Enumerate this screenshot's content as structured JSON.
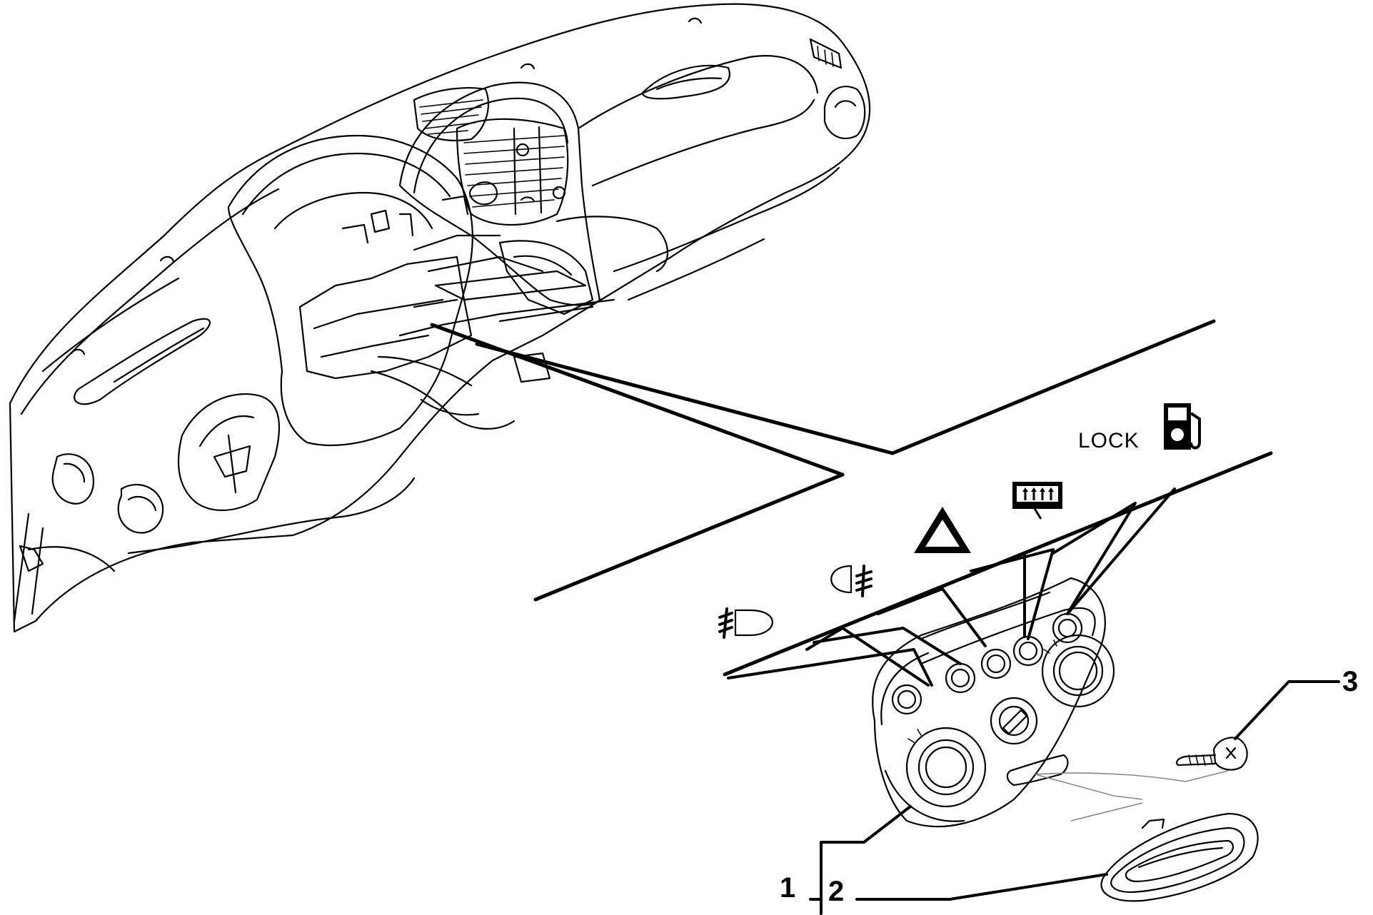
{
  "callouts": {
    "part_1": "1",
    "part_2": "2",
    "part_3": "3"
  },
  "symbols": {
    "lock_label": "LOCK",
    "icons": [
      "rear-fog-light-icon",
      "front-fog-light-icon",
      "hazard-warning-icon",
      "rear-window-defrost-icon",
      "fuel-door-lock-icon"
    ]
  },
  "colors": {
    "line": "#000000",
    "background": "#ffffff"
  }
}
